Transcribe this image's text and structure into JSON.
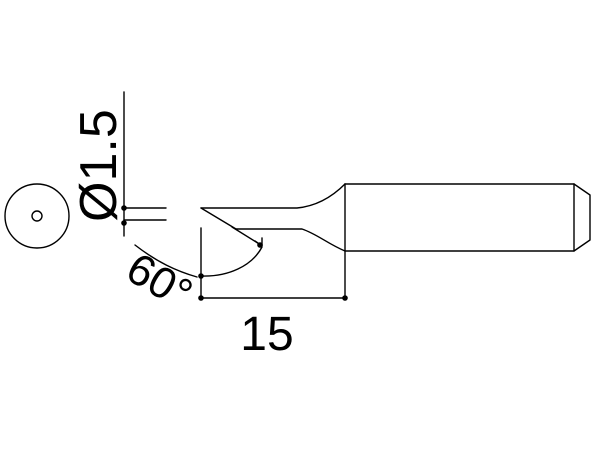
{
  "diagram": {
    "diameter_label": "Ø1.5",
    "angle_label": "60°",
    "length_label": "15",
    "line_color": "#000000",
    "background_color": "#ffffff"
  }
}
